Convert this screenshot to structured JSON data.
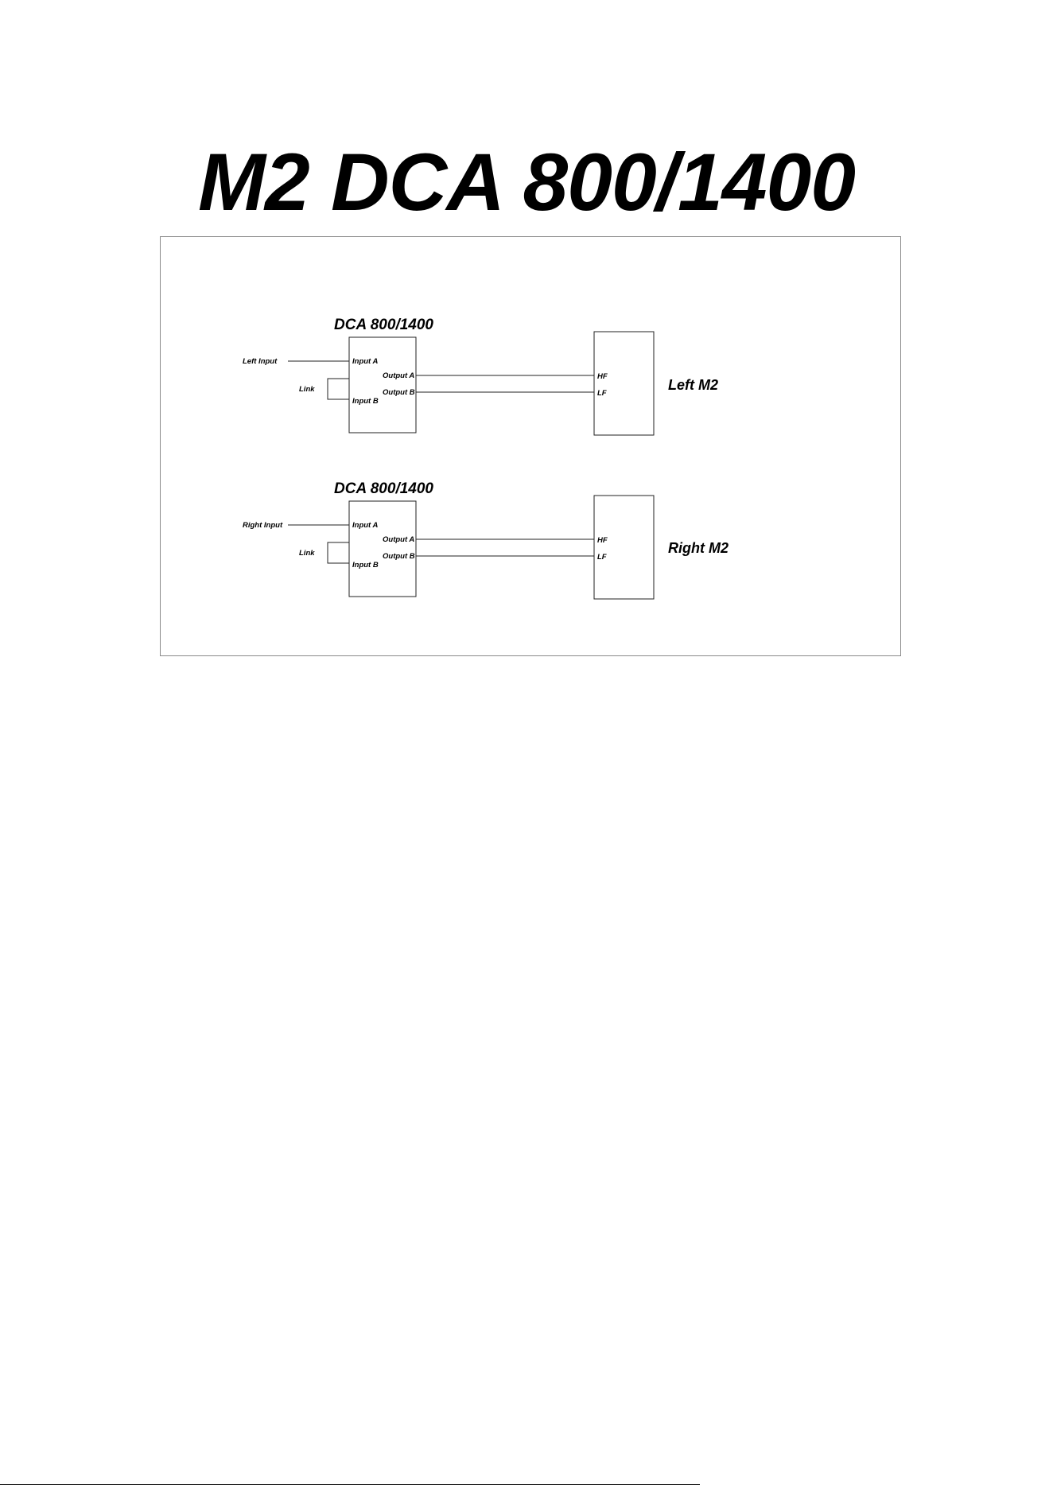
{
  "title": "M2 DCA 800/1400",
  "sections": [
    {
      "amp_label": "DCA 800/1400",
      "source_label": "Left Input",
      "link_label": "Link",
      "input_a": "Input A",
      "input_b": "Input B",
      "output_a": "Output A",
      "output_b": "Output B",
      "hf_label": "HF",
      "lf_label": "LF",
      "speaker_label": "Left M2"
    },
    {
      "amp_label": "DCA 800/1400",
      "source_label": "Right Input",
      "link_label": "Link",
      "input_a": "Input A",
      "input_b": "Input B",
      "output_a": "Output A",
      "output_b": "Output B",
      "hf_label": "HF",
      "lf_label": "LF",
      "speaker_label": "Right M2"
    }
  ],
  "colors": {
    "line": "#222222",
    "frame": "#8a8a8a",
    "text": "#000000"
  }
}
